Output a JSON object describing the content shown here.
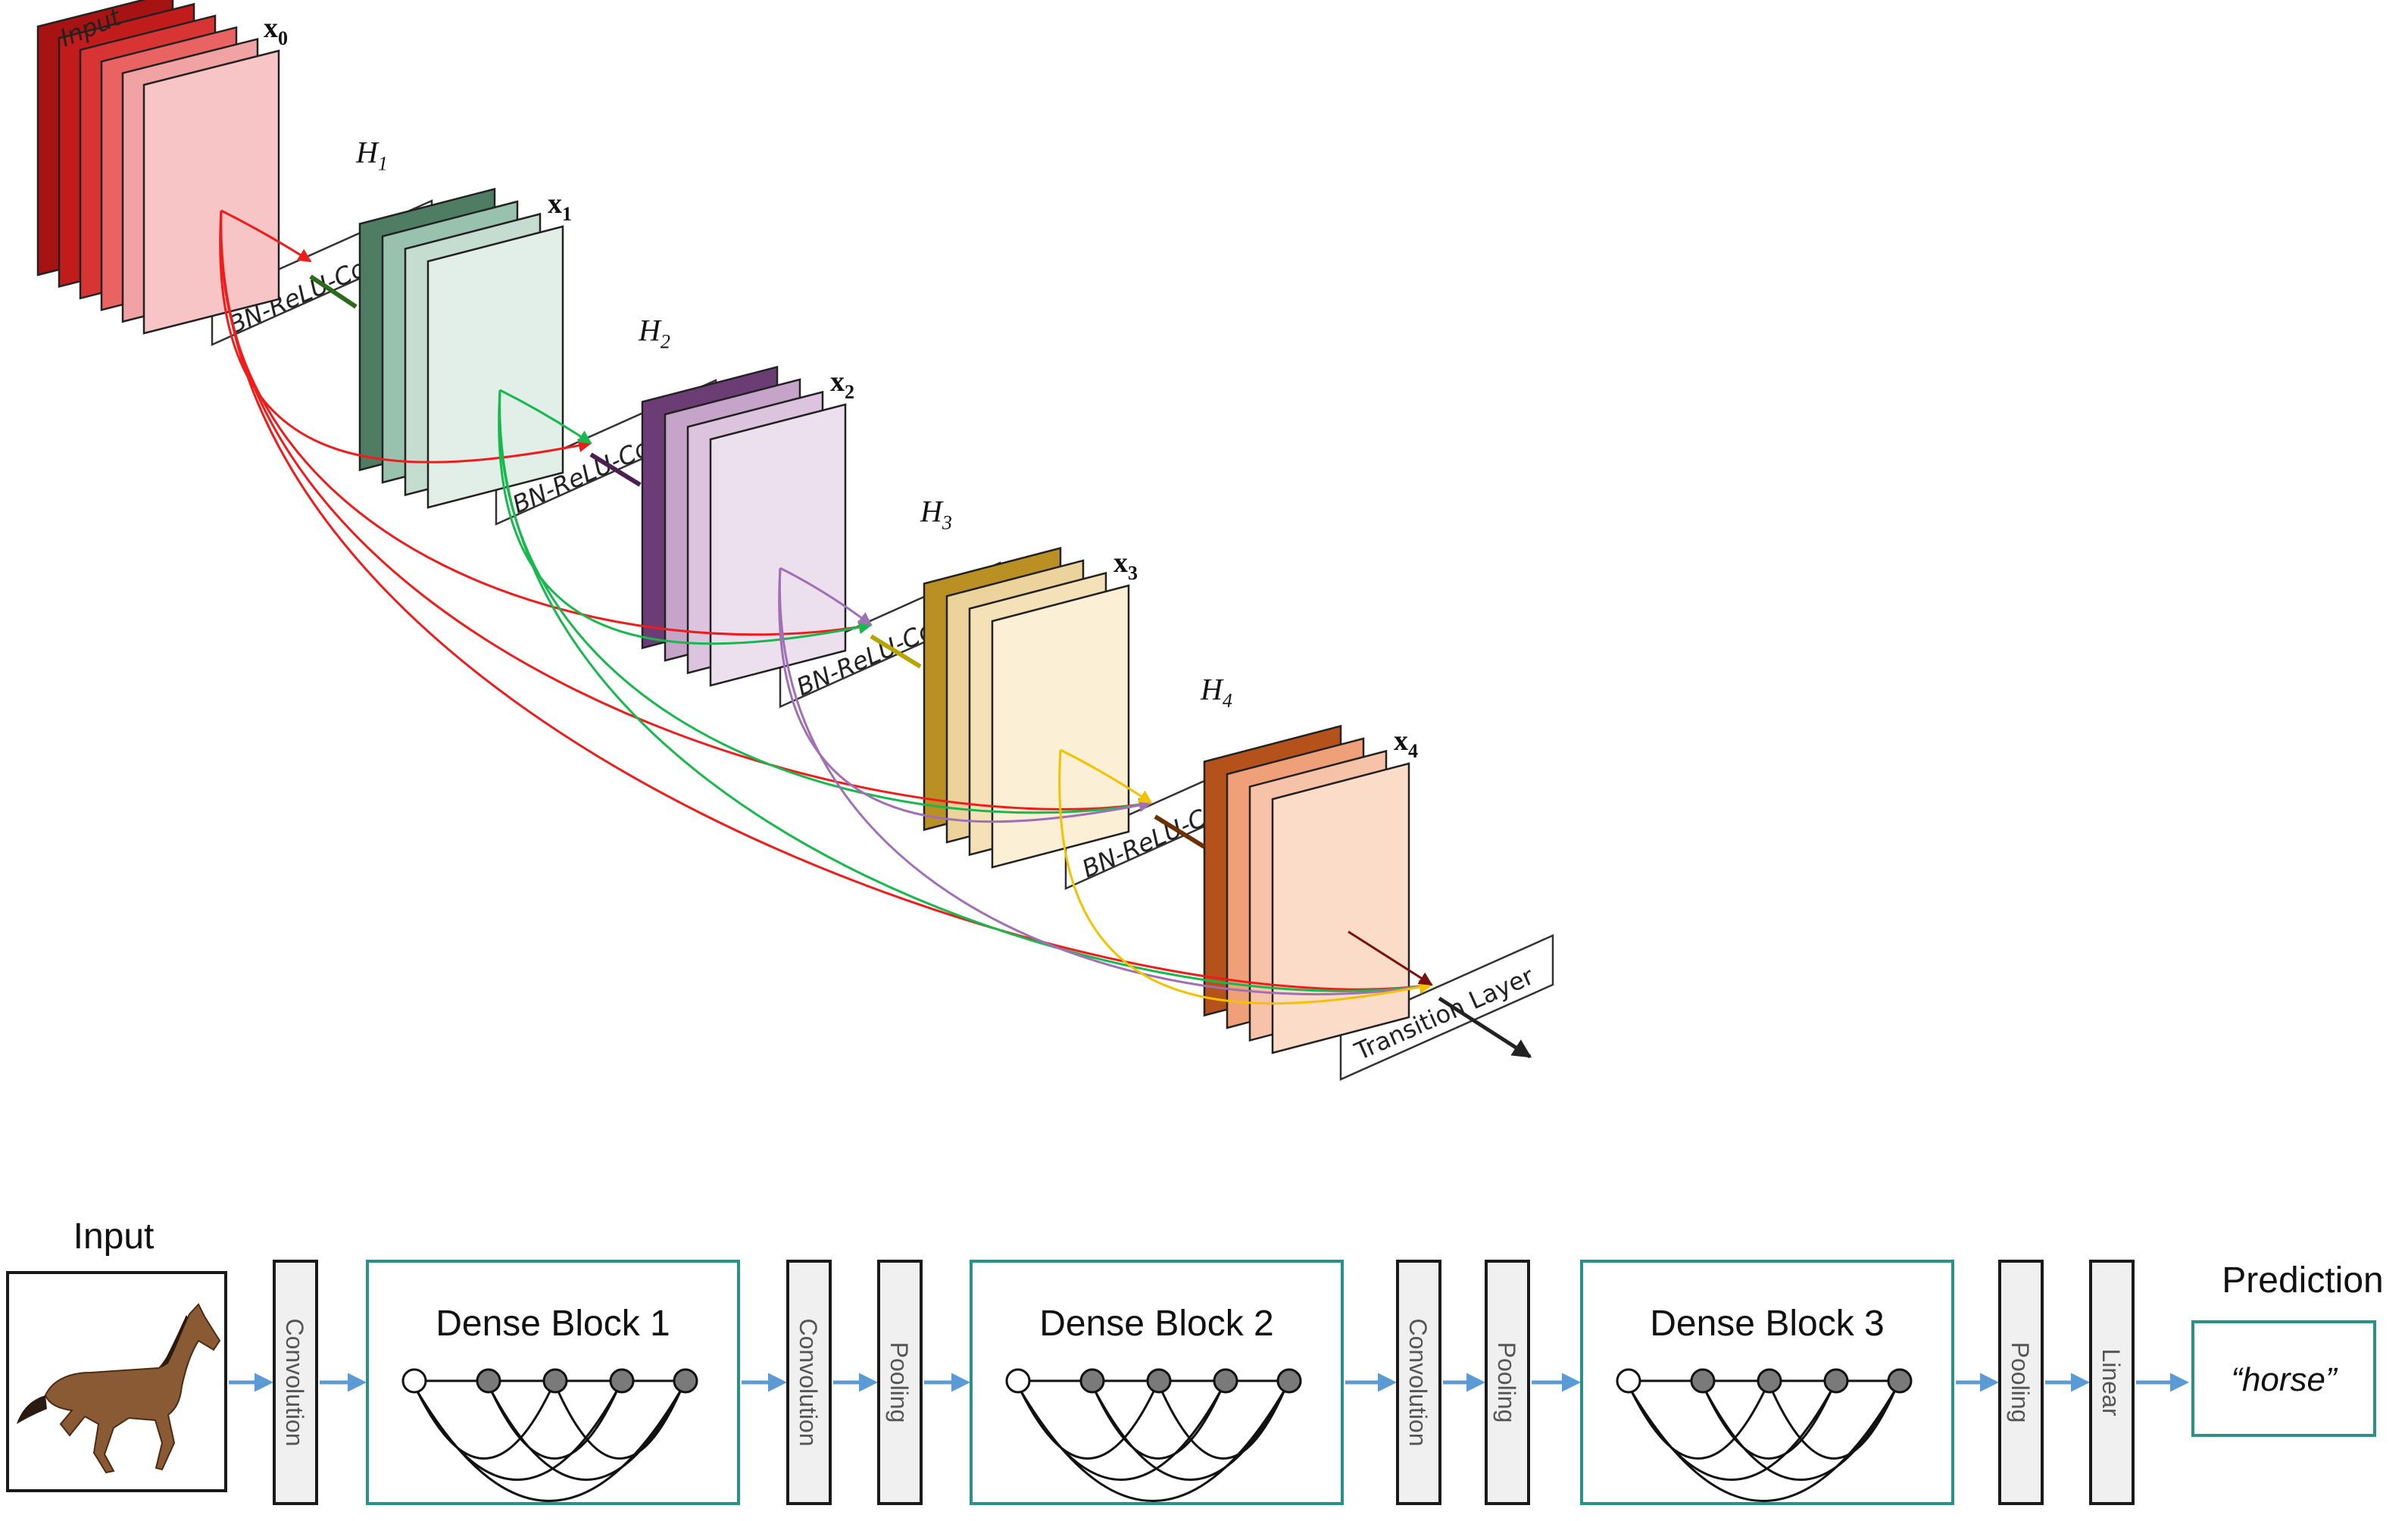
{
  "colors": {
    "red": "#ef1c1c",
    "green": "#19b84e",
    "purple": "#a070b5",
    "yellow": "#f2c200",
    "teal": "#2a9187",
    "arrow_blue": "#5b9bd5"
  },
  "dense_block_top": {
    "input_label": "Input",
    "blocks": [
      {
        "x_label": "x",
        "x_sub": "0",
        "h_label": "",
        "h_sub": "",
        "op_label": "",
        "colors": [
          "#a71212",
          "#c21b1b",
          "#d83434",
          "#e96363",
          "#f1a2a2",
          "#f8c5c6"
        ]
      },
      {
        "x_label": "x",
        "x_sub": "1",
        "h_label": "H",
        "h_sub": "1",
        "op_label": "BN-ReLU-Conv",
        "colors": [
          "#4f7d64",
          "#98c2ad",
          "#c4ddd0",
          "#e2efe8"
        ]
      },
      {
        "x_label": "x",
        "x_sub": "2",
        "h_label": "H",
        "h_sub": "2",
        "op_label": "BN-ReLU-Conv",
        "colors": [
          "#6c3d74",
          "#c6a4c9",
          "#dcc3de",
          "#ecdfee"
        ]
      },
      {
        "x_label": "x",
        "x_sub": "3",
        "h_label": "H",
        "h_sub": "3",
        "op_label": "BN-ReLU-Conv",
        "colors": [
          "#ba8f23",
          "#ecd29b",
          "#f4e1b7",
          "#fbf0d6"
        ]
      },
      {
        "x_label": "x",
        "x_sub": "4",
        "h_label": "H",
        "h_sub": "4",
        "op_label": "BN-ReLU-Conv",
        "colors": [
          "#b5511b",
          "#f0a078",
          "#f6c3a8",
          "#fadcc9"
        ]
      }
    ],
    "transition_label": "Transition Layer"
  },
  "pipeline": {
    "input_label": "Input",
    "prediction_label": "Prediction",
    "prediction_value": "“horse”",
    "items": [
      {
        "kind": "layer",
        "label": "Convolution"
      },
      {
        "kind": "block",
        "label": "Dense Block 1"
      },
      {
        "kind": "layer",
        "label": "Convolution"
      },
      {
        "kind": "layer",
        "label": "Pooling"
      },
      {
        "kind": "block",
        "label": "Dense Block 2"
      },
      {
        "kind": "layer",
        "label": "Convolution"
      },
      {
        "kind": "layer",
        "label": "Pooling"
      },
      {
        "kind": "block",
        "label": "Dense Block 3"
      },
      {
        "kind": "layer",
        "label": "Pooling"
      },
      {
        "kind": "layer",
        "label": "Linear"
      }
    ]
  }
}
